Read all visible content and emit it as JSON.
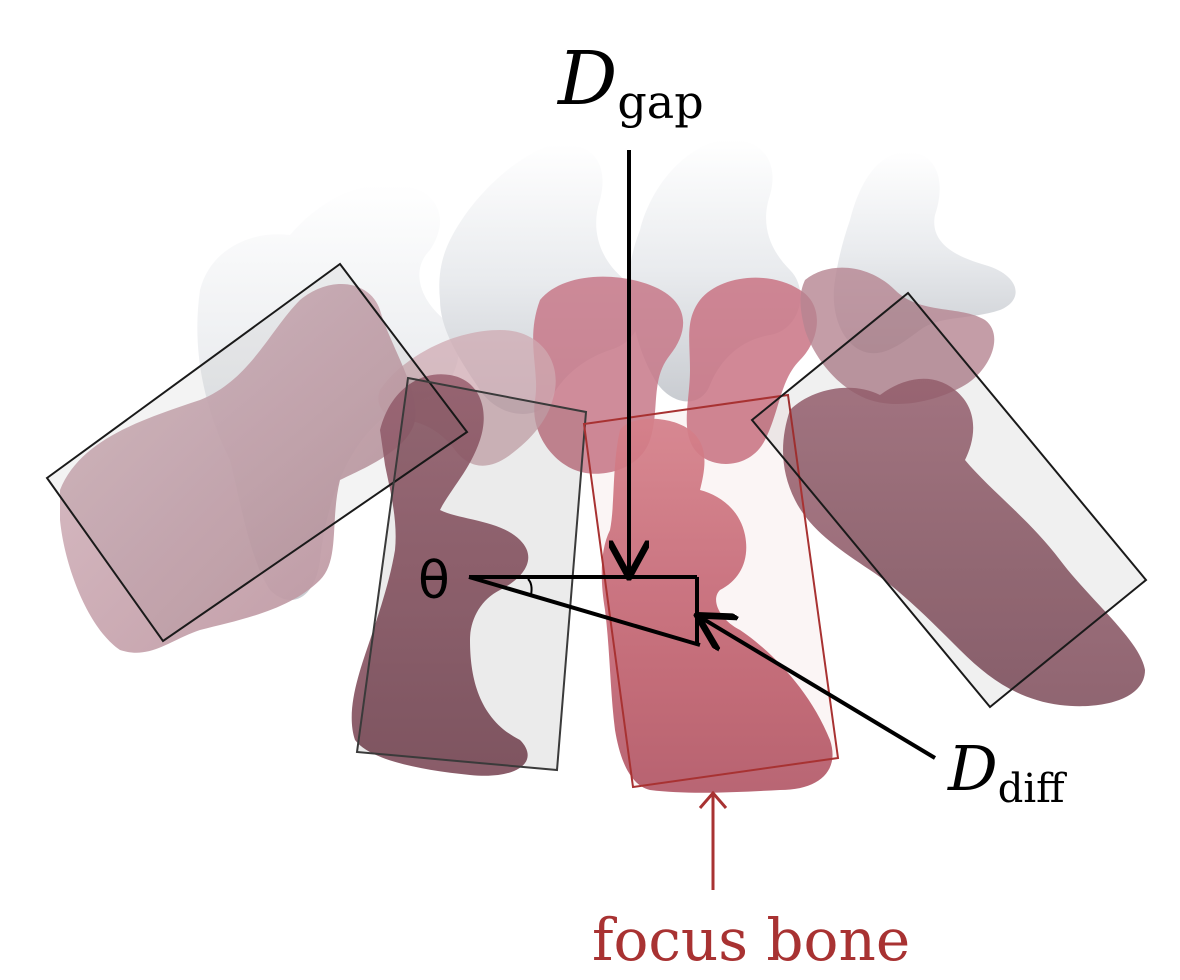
{
  "labels": {
    "gap_main": "D",
    "gap_sub": "gap",
    "diff_main": "D",
    "diff_sub": "diff",
    "angle": "θ",
    "focus": "focus bone"
  },
  "colors": {
    "background": "#ffffff",
    "bone_white": "#e7e9ec",
    "bone_pink": "#c9707f",
    "bone_mauve": "#8f5a68",
    "bone_rose": "#b98a97",
    "focus_accent": "#a83232",
    "line": "#000000"
  }
}
